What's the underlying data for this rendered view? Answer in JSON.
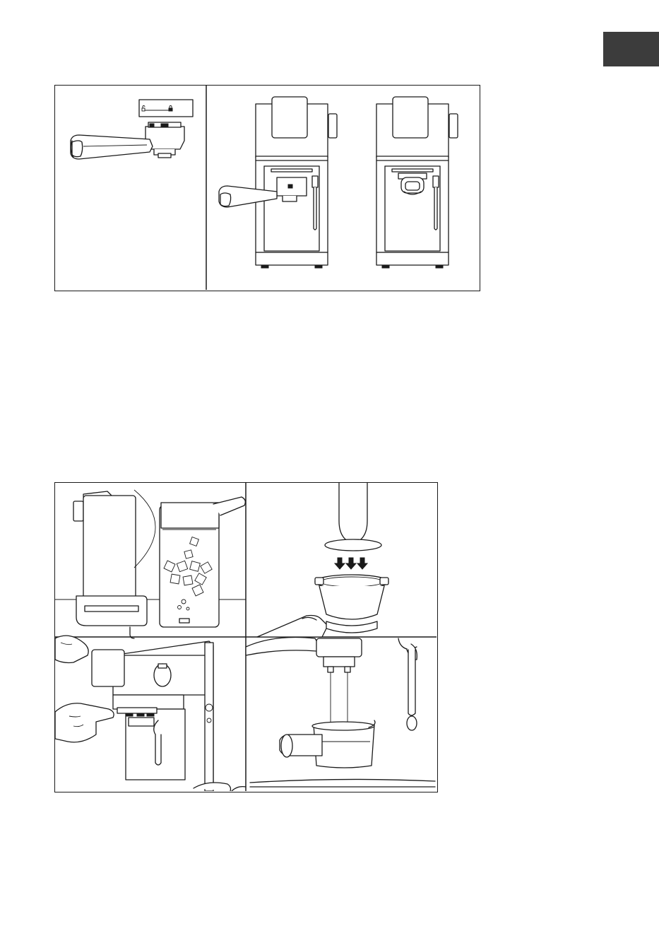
{
  "side_tab": {
    "label": "",
    "color": "#3c3c3c"
  },
  "top_figure": {
    "panels": [
      {
        "name": "portafilter-lock-indicator"
      },
      {
        "name": "machine-portafilter-inserting"
      },
      {
        "name": "machine-portafilter-locked"
      }
    ],
    "lock_scale": {
      "left_symbol": "unlocked-icon",
      "right_symbol": "locked-icon"
    }
  },
  "bottom_figure": {
    "panels": [
      {
        "name": "remove-water-tank"
      },
      {
        "name": "tamp-coffee-grounds"
      },
      {
        "name": "insert-portafilter"
      },
      {
        "name": "brew-into-glass"
      }
    ]
  }
}
